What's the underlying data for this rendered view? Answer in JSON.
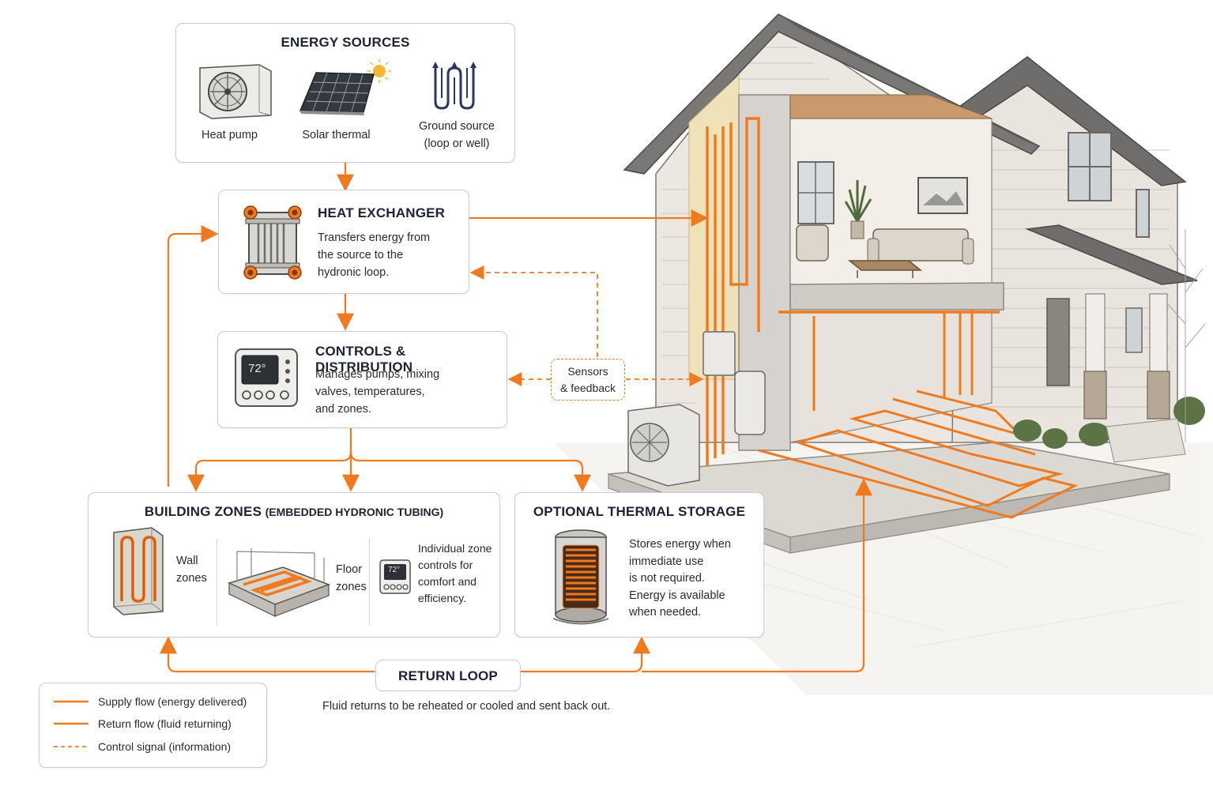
{
  "energy_sources": {
    "title": "ENERGY SOURCES",
    "items": [
      {
        "label": "Heat pump",
        "icon": "heat-pump-icon"
      },
      {
        "label": "Solar thermal",
        "icon": "solar-panel-icon"
      },
      {
        "label_line1": "Ground source",
        "label_line2": "(loop or well)",
        "icon": "ground-loop-icon"
      }
    ]
  },
  "heat_exchanger": {
    "title": "HEAT EXCHANGER",
    "lines": [
      "Transfers energy from",
      "the source to the",
      "hydronic loop."
    ],
    "icon": "heat-exchanger-icon"
  },
  "controls": {
    "title": "CONTROLS & DISTRIBUTION",
    "lines": [
      "Manages pumps, mixing",
      "valves, temperatures,",
      "and zones."
    ],
    "thermostat_reading": "72°",
    "icon": "thermostat-icon"
  },
  "sensors": {
    "line1": "Sensors",
    "line2": "& feedback"
  },
  "building_zones": {
    "title_main": "BUILDING ZONES",
    "title_sub": "(EMBEDDED HYDRONIC TUBING)",
    "wall": {
      "line1": "Wall",
      "line2": "zones"
    },
    "floor": {
      "line1": "Floor",
      "line2": "zones"
    },
    "zone_controls": {
      "lines": [
        "Individual zone",
        "controls for",
        "comfort and",
        "efficiency."
      ],
      "reading": "72°"
    }
  },
  "thermal_storage": {
    "title": "OPTIONAL THERMAL STORAGE",
    "lines": [
      "Stores energy when",
      "immediate use",
      "is not required.",
      "Energy is available",
      "when needed."
    ],
    "icon": "storage-tank-icon"
  },
  "return_loop": {
    "title": "RETURN LOOP",
    "caption": "Fluid returns to be reheated or cooled and sent back out."
  },
  "legend": [
    {
      "label": "Supply flow (energy delivered)",
      "style": "solid"
    },
    {
      "label": "Return flow (fluid returning)",
      "style": "solid"
    },
    {
      "label": "Control signal (information)",
      "style": "dashed"
    }
  ],
  "colors": {
    "accent": "#f07a1f",
    "border": "#c9cbd6",
    "title": "#1d2235",
    "house_siding": "#e8e4dc",
    "house_roof": "#6e6d6c"
  }
}
